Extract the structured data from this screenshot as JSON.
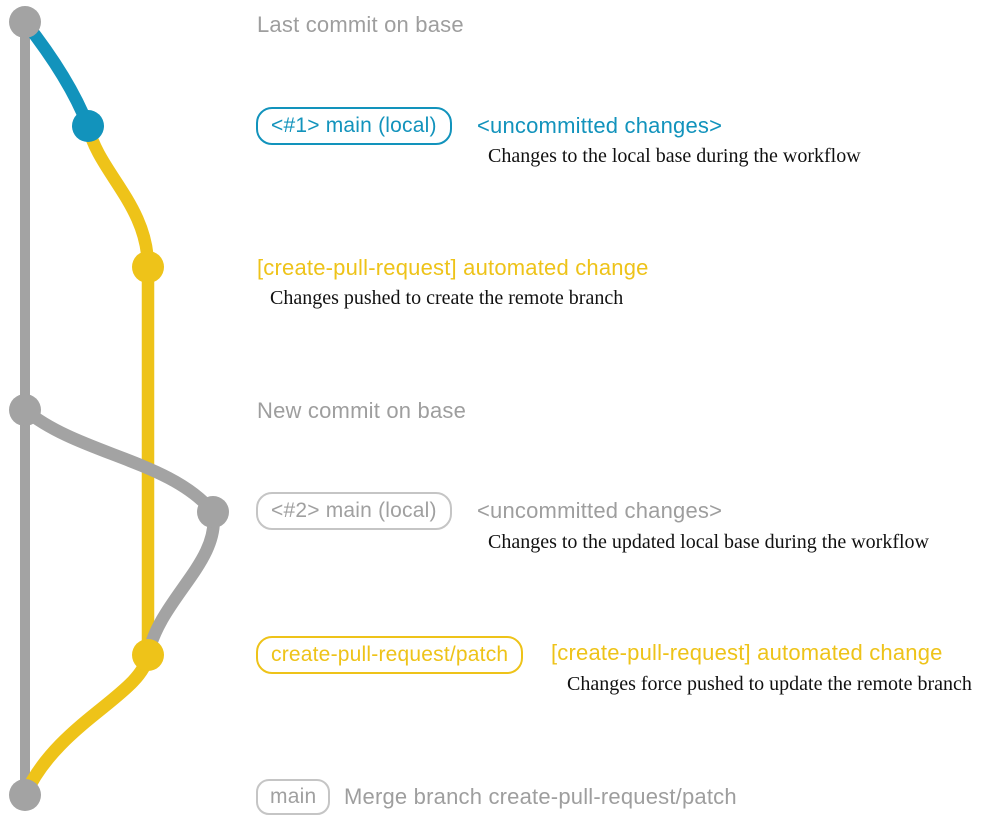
{
  "colors": {
    "line_gray": "#a3a3a3",
    "teal": "#1293bc",
    "yellow": "#eec319",
    "text_gray": "#9e9e9e",
    "gray_label_border": "#c5c5c5",
    "note_text": "#111111"
  },
  "rows": {
    "last_commit": {
      "caption": "Last commit on base"
    },
    "main_local_1": {
      "branch_label": "<#1> main (local)",
      "message": "<uncommitted changes>",
      "note": "Changes to the local base during the workflow"
    },
    "automated_change_1": {
      "message": "[create-pull-request] automated change",
      "note": "Changes pushed to create the remote branch"
    },
    "new_commit": {
      "caption": "New commit on base"
    },
    "main_local_2": {
      "branch_label": "<#2> main (local)",
      "message": "<uncommitted changes>",
      "note": "Changes to the updated local base during the workflow"
    },
    "patch_branch": {
      "branch_label": "create-pull-request/patch",
      "message": "[create-pull-request] automated change",
      "note": "Changes force pushed to update the remote branch"
    },
    "merge": {
      "branch_label": "main",
      "caption": "Merge branch create-pull-request/patch"
    }
  }
}
